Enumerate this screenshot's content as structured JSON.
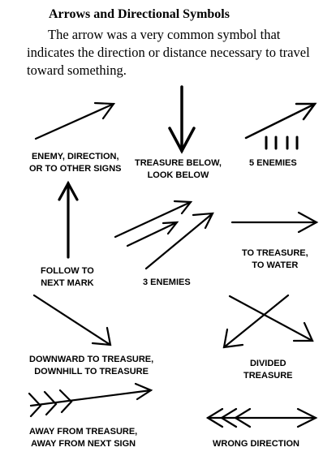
{
  "heading": "Arrows and Directional Symbols",
  "intro": "The arrow was a very common symbol that indicates the direction or distance necessary to travel toward something.",
  "symbols": [
    {
      "icon": "arrow-up-right",
      "lines": [
        "ENEMY, DIRECTION,",
        "OR TO OTHER SIGNS"
      ]
    },
    {
      "icon": "arrow-down",
      "lines": [
        "TREASURE BELOW,",
        "LOOK BELOW"
      ]
    },
    {
      "icon": "arrow-five-ticks",
      "lines": [
        "5 ENEMIES"
      ]
    },
    {
      "icon": "arrow-up",
      "lines": [
        "FOLLOW TO",
        "NEXT MARK"
      ]
    },
    {
      "icon": "three-arrows",
      "lines": [
        "3 ENEMIES"
      ]
    },
    {
      "icon": "arrow-right",
      "lines": [
        "TO TREASURE,",
        "TO WATER"
      ]
    },
    {
      "icon": "arrow-down-right",
      "lines": [
        "DOWNWARD TO TREASURE,",
        "DOWNHILL TO TREASURE"
      ]
    },
    {
      "icon": "crossed-arrows",
      "lines": [
        "DIVIDED",
        "TREASURE"
      ]
    },
    {
      "icon": "feathered-arrow",
      "lines": [
        "AWAY FROM TREASURE,",
        "AWAY FROM NEXT SIGN"
      ]
    },
    {
      "icon": "double-ended-arrow",
      "lines": [
        "WRONG DIRECTION"
      ]
    }
  ],
  "colors": {
    "ink": "#000000",
    "paper": "#ffffff"
  }
}
